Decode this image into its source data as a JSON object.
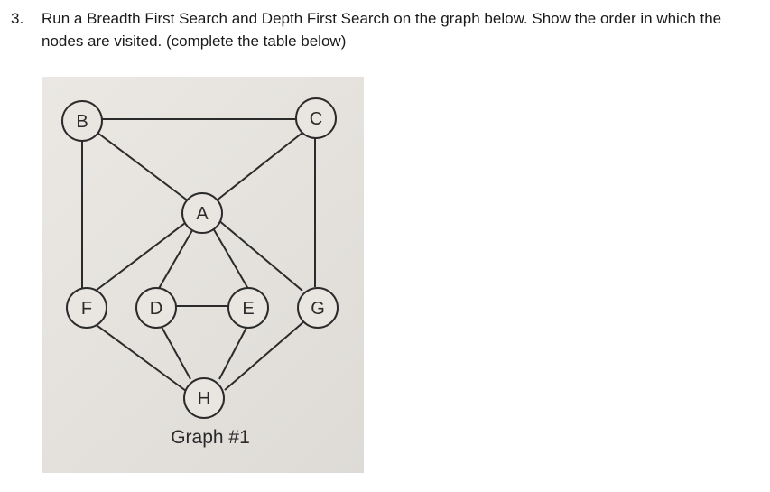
{
  "question": {
    "number": "3.",
    "text": "Run a Breadth First Search and Depth First Search on the graph below. Show the order in which the nodes are visited. (complete the table below)"
  },
  "figure": {
    "caption": "Graph #1",
    "nodes": {
      "A": "A",
      "B": "B",
      "C": "C",
      "D": "D",
      "E": "E",
      "F": "F",
      "G": "G",
      "H": "H"
    },
    "edges": [
      [
        "B",
        "C"
      ],
      [
        "B",
        "A"
      ],
      [
        "C",
        "A"
      ],
      [
        "B",
        "F"
      ],
      [
        "C",
        "G"
      ],
      [
        "A",
        "F"
      ],
      [
        "A",
        "D"
      ],
      [
        "A",
        "E"
      ],
      [
        "A",
        "G"
      ],
      [
        "D",
        "E"
      ],
      [
        "F",
        "H"
      ],
      [
        "D",
        "H"
      ],
      [
        "E",
        "H"
      ],
      [
        "G",
        "H"
      ]
    ]
  }
}
